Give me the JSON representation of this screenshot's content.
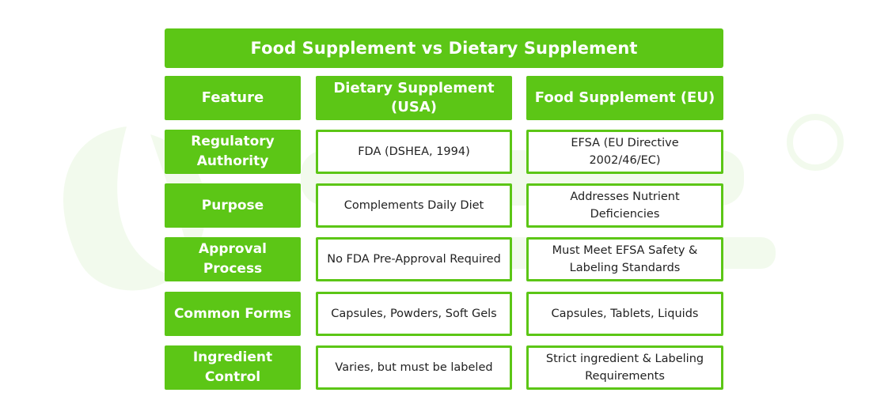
{
  "title": "Food Supplement vs Dietary Supplement",
  "headers": [
    "Feature",
    "Dietary Supplement (USA)",
    "Food Supplement (EU)"
  ],
  "rows": [
    {
      "feature": "Regulatory Authority",
      "usa": "FDA (DSHEA, 1994)",
      "eu": "EFSA (EU Directive 2002/46/EC)"
    },
    {
      "feature": "Purpose",
      "usa": "Complements Daily Diet",
      "eu": "Addresses Nutrient Deficiencies"
    },
    {
      "feature": "Approval Process",
      "usa": "No FDA Pre-Approval Required",
      "eu": "Must Meet EFSA Safety & Labeling Standards"
    },
    {
      "feature": "Common Forms",
      "usa": "Capsules, Powders, Soft Gels",
      "eu": "Capsules, Tablets, Liquids"
    },
    {
      "feature": "Ingredient Control",
      "usa": "Varies, but must be labeled",
      "eu": "Strict ingredient & Labeling Requirements"
    }
  ],
  "colors": {
    "accent": "#5cc616",
    "text_dark": "#222222",
    "text_light": "#ffffff"
  },
  "watermark": {
    "icon": "leaf-logo-icon",
    "trademark_icon": "trademark-icon"
  }
}
